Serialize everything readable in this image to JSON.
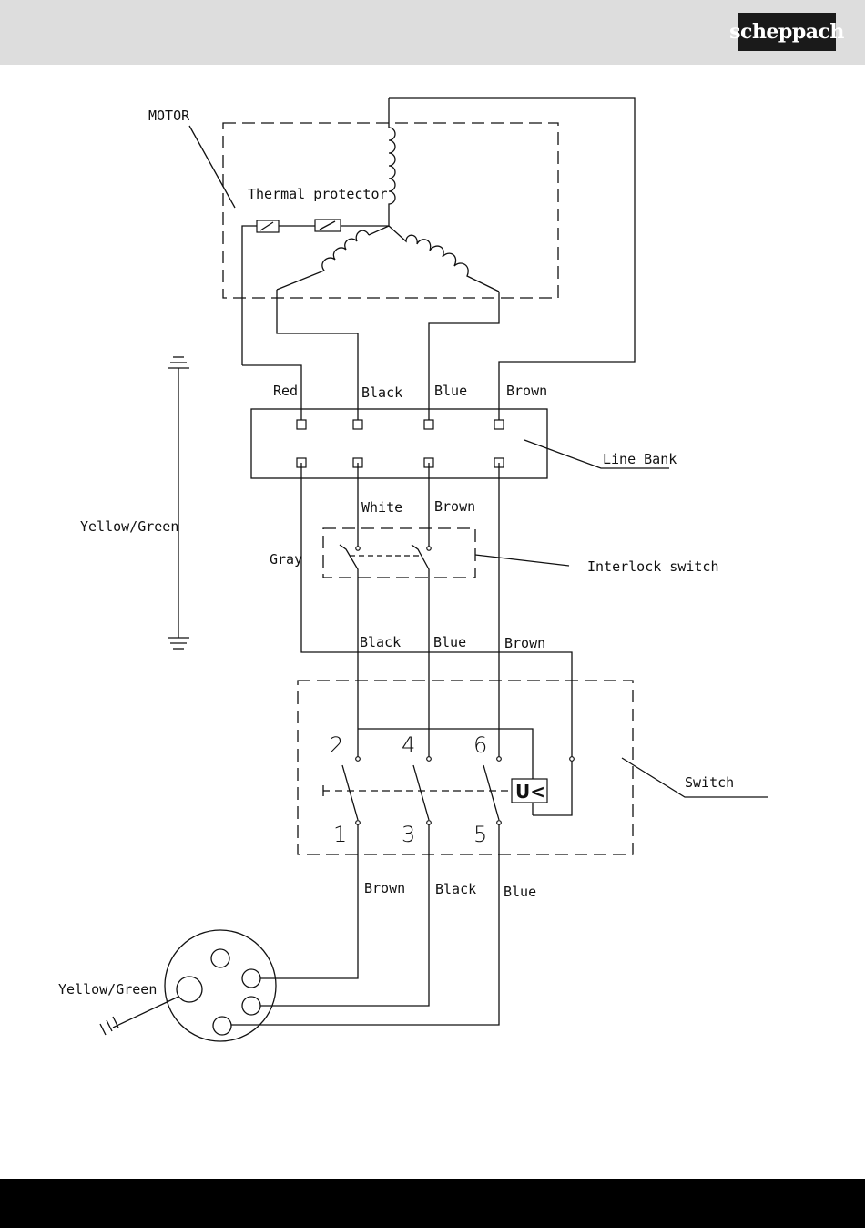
{
  "header": {
    "logo_text": "scheppach"
  },
  "diagram": {
    "motor_label": "MOTOR",
    "thermal_label": "Thermal protector",
    "wire_top": {
      "red": "Red",
      "black": "Black",
      "blue": "Blue",
      "brown": "Brown"
    },
    "line_bank_label": "Line Bank",
    "yellow_green_label": "Yellow/Green",
    "white_label": "White",
    "brown_mid": "Brown",
    "gray_label": "Gray",
    "interlock_label": "Interlock switch",
    "wire_mid": {
      "black": "Black",
      "blue": "Blue",
      "brown": "Brown"
    },
    "switch_label": "Switch",
    "undervoltage_label": "U<",
    "switch_numbers": [
      "2",
      "4",
      "6",
      "1",
      "3",
      "5"
    ],
    "wire_bottom": {
      "brown": "Brown",
      "black": "Black",
      "blue": "Blue"
    },
    "plug_label": "Yellow/Green"
  },
  "colors": {
    "header_bg": "#dddddd",
    "footer_bg": "#000000",
    "line": "#111111"
  }
}
